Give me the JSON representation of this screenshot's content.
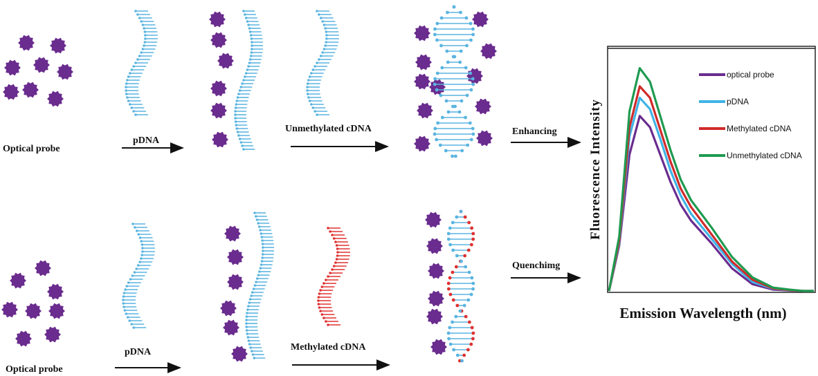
{
  "labels": {
    "top_probe": "Optical probe",
    "top_pdna": "pDNA",
    "top_cdna": "Unmethylated cDNA",
    "enhancing": "Enhancing",
    "bottom_probe": "Optical probe",
    "bottom_pdna": "pDNA",
    "bottom_cdna": "Methylated cDNA",
    "quenching": "Quenchimg"
  },
  "colors": {
    "probe": "#6a2c8e",
    "pdna": "#5ab4e0",
    "methylated_strand": "#e03030",
    "arrow": "#111111",
    "frame": "#222222"
  },
  "icons": [
    "star-probe-icon",
    "dna-strand-icon",
    "double-helix-icon",
    "arrow-icon"
  ],
  "chart_data": {
    "type": "line",
    "xlabel": "Emission Wavelength (nm)",
    "ylabel": "Fluorescence Intensity",
    "xlim": [
      0,
      100
    ],
    "ylim": [
      0,
      100
    ],
    "legend_position": "top-right",
    "grid": false,
    "series": [
      {
        "name": "optical probe",
        "color": "#6a2c8e",
        "x": [
          0,
          5,
          10,
          15,
          20,
          25,
          30,
          35,
          40,
          50,
          60,
          70,
          80,
          88,
          95,
          100
        ],
        "y": [
          0,
          20,
          60,
          77,
          72,
          60,
          48,
          38,
          31,
          21,
          10,
          3,
          0.6,
          0.2,
          0,
          0
        ]
      },
      {
        "name": "pDNA",
        "color": "#3fb3e6",
        "x": [
          0,
          5,
          10,
          15,
          20,
          25,
          30,
          35,
          40,
          50,
          60,
          70,
          80,
          88,
          95,
          100
        ],
        "y": [
          0,
          21,
          68,
          85,
          80,
          67,
          53,
          42,
          34,
          23,
          12,
          4,
          1,
          0.3,
          0,
          0
        ]
      },
      {
        "name": "Methylated cDNA",
        "color": "#d02a2a",
        "x": [
          0,
          5,
          10,
          15,
          20,
          25,
          30,
          35,
          40,
          50,
          60,
          70,
          80,
          88,
          95,
          100
        ],
        "y": [
          0,
          22,
          72,
          90,
          85,
          71,
          57,
          45,
          37,
          25,
          13,
          5,
          1.2,
          0.4,
          0,
          0
        ]
      },
      {
        "name": "Unmethylated cDNA",
        "color": "#1e9a50",
        "x": [
          0,
          5,
          10,
          15,
          20,
          25,
          30,
          35,
          40,
          50,
          60,
          70,
          80,
          88,
          95,
          100
        ],
        "y": [
          0,
          24,
          79,
          98,
          92,
          77,
          62,
          49,
          40,
          28,
          15,
          6,
          1.5,
          0.6,
          0,
          0
        ]
      }
    ]
  }
}
